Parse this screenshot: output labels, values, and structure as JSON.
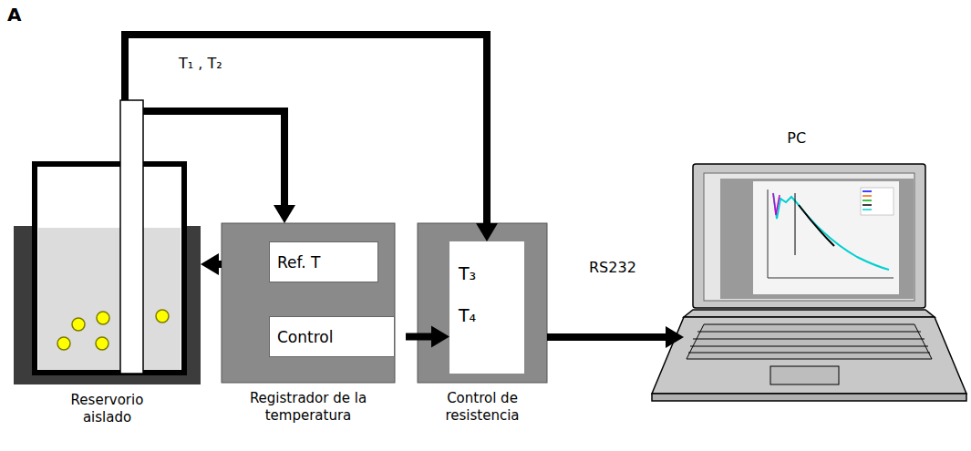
{
  "diagram": {
    "nodes": [
      {
        "text": [
          "Reservorio aislado"
        ]
      },
      {
        "text": [
          "Registrador de la temperatura"
        ]
      },
      {
        "text": [
          "Ref. T"
        ],
        "in": 1
      },
      {
        "text": [
          "Control"
        ],
        "in": 1
      },
      {
        "text": [
          "Control de resistencia"
        ]
      },
      {
        "text": [
          "T₃",
          "T₄"
        ],
        "in": 4
      },
      {
        "text": [
          "PC"
        ]
      }
    ],
    "edges": [
      {
        "from": 0,
        "to": 5,
        "arrow": "to"
      },
      {
        "from": 0,
        "to": 1,
        "arrow": "to",
        "label": "T₁ , T₂"
      },
      {
        "from": 1,
        "to": 0,
        "arrow": "to"
      },
      {
        "from": 3,
        "to": 5,
        "arrow": "to"
      },
      {
        "from": 4,
        "to": 6,
        "arrow": "to",
        "label": "RS232"
      }
    ],
    "labels": [
      "A"
    ]
  }
}
